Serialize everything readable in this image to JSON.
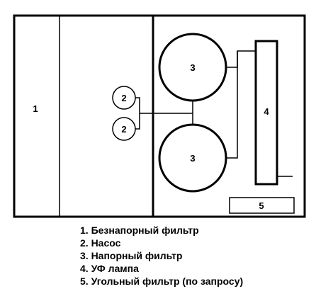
{
  "labels": {
    "tank1": "1",
    "pump_top": "2",
    "pump_bottom": "2",
    "filter_top": "3",
    "filter_bottom": "3",
    "uv_lamp": "4",
    "carbon_filter": "5"
  },
  "legend": [
    "1. Безнапорный фильтр",
    "2. Насос",
    "3. Напорный фильтр",
    "4. УФ лампа",
    "5. Угольный фильтр (по запросу)"
  ]
}
